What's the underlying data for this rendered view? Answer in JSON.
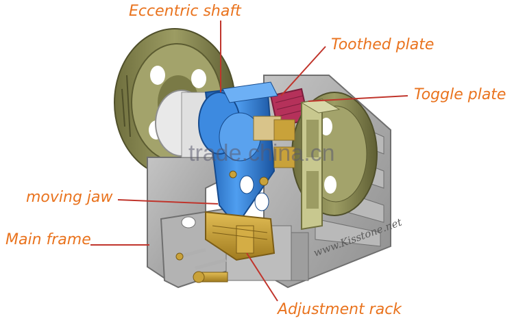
{
  "labels": {
    "eccentric_shaft": "Eccentric shaft",
    "toothed_plate": "Toothed plate",
    "toggle_plate": "Toggle plate",
    "moving_jaw": "moving jaw",
    "main_frame": "Main frame",
    "adjustment_rack": "Adjustment rack"
  },
  "watermarks": {
    "tradechina": "trade.china.cn",
    "site": "www.Kisstone.net"
  },
  "colors": {
    "label_text": "#e9731e",
    "leader_line": "#c0342b",
    "frame_gray": "#a9a9a9",
    "jaw_blue": "#2f7fd6",
    "flywheel_olive": "#8a8a54",
    "toothed_red": "#b5315a",
    "brass": "#c9a23a"
  }
}
